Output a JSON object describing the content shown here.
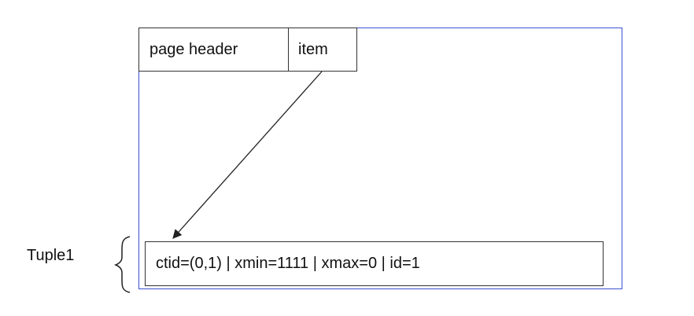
{
  "diagram": {
    "page_header_label": "page header",
    "item_label": "item",
    "tuple_label": "Tuple1",
    "tuple_content": "ctid=(0,1) | xmin=1111 | xmax=0 | id=1"
  },
  "colors": {
    "page_border": "#3b4fd1",
    "box_border": "#333333",
    "arrow": "#222222"
  }
}
